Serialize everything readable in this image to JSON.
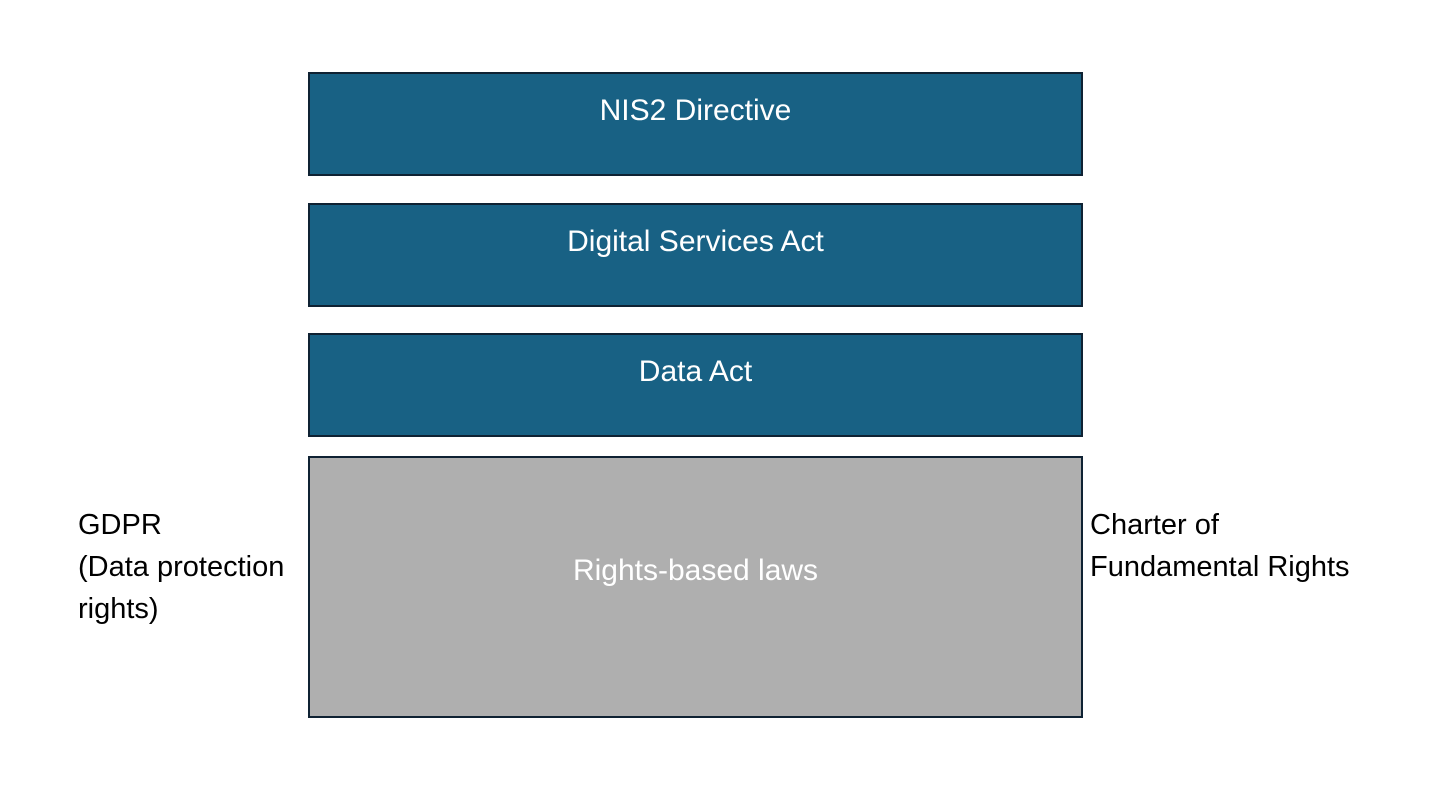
{
  "layers": [
    {
      "label": "NIS2 Directive",
      "color": "#186184"
    },
    {
      "label": "Digital Services Act",
      "color": "#186184"
    },
    {
      "label": "Data Act",
      "color": "#186184"
    },
    {
      "label": "Rights-based laws",
      "color": "#afafaf"
    }
  ],
  "left_label": {
    "lines": [
      "GDPR",
      "(Data protection",
      "rights)"
    ]
  },
  "right_label": {
    "lines": [
      "Charter of",
      "Fundamental Rights"
    ]
  },
  "colors": {
    "box_border": "#0f2233",
    "box_text": "#ffffff",
    "side_text": "#000000"
  }
}
